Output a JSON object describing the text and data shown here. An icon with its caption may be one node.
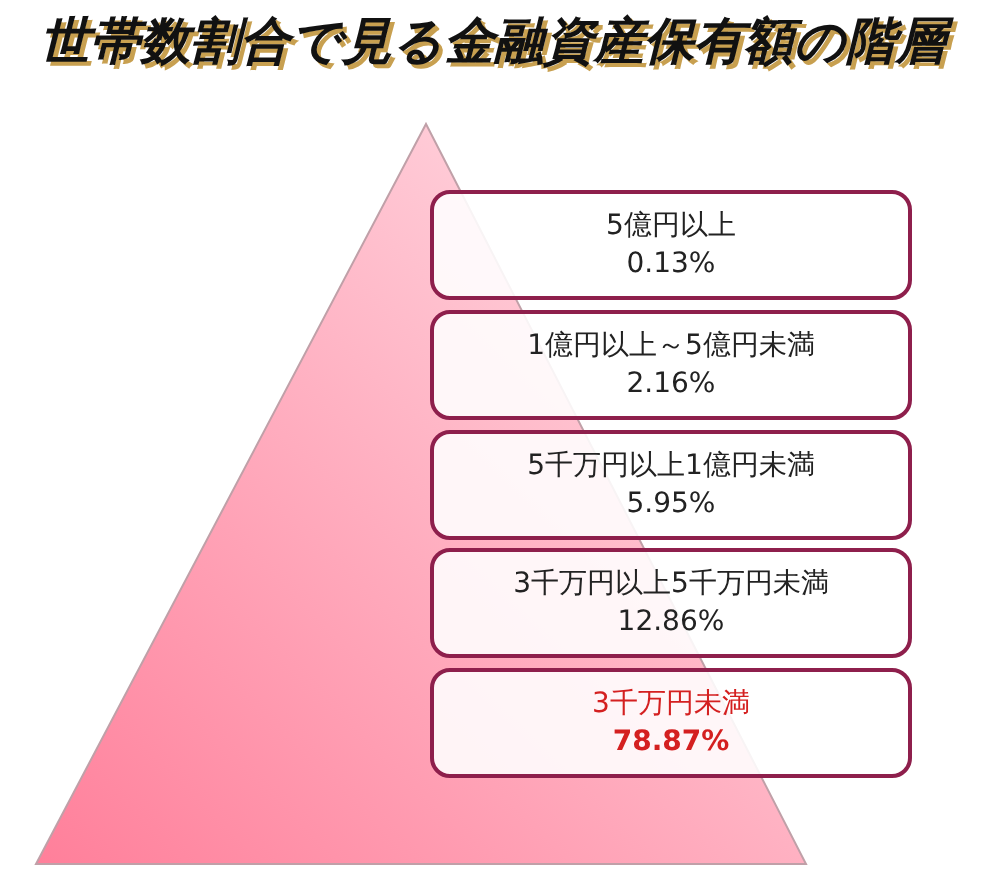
{
  "diagram": {
    "title": "世帯数割合で見る金融資産保有額の階層",
    "nodes": [
      {
        "text": [
          "5億円以上",
          "0.13%"
        ]
      },
      {
        "text": [
          "1億円以上～5億円未満",
          "2.16%"
        ]
      },
      {
        "text": [
          "5千万円以上1億円未満",
          "5.95%"
        ]
      },
      {
        "text": [
          "3千万円以上5千万円未満",
          "12.86%"
        ]
      },
      {
        "text": [
          "3千万円未満",
          "78.87%"
        ]
      }
    ]
  }
}
